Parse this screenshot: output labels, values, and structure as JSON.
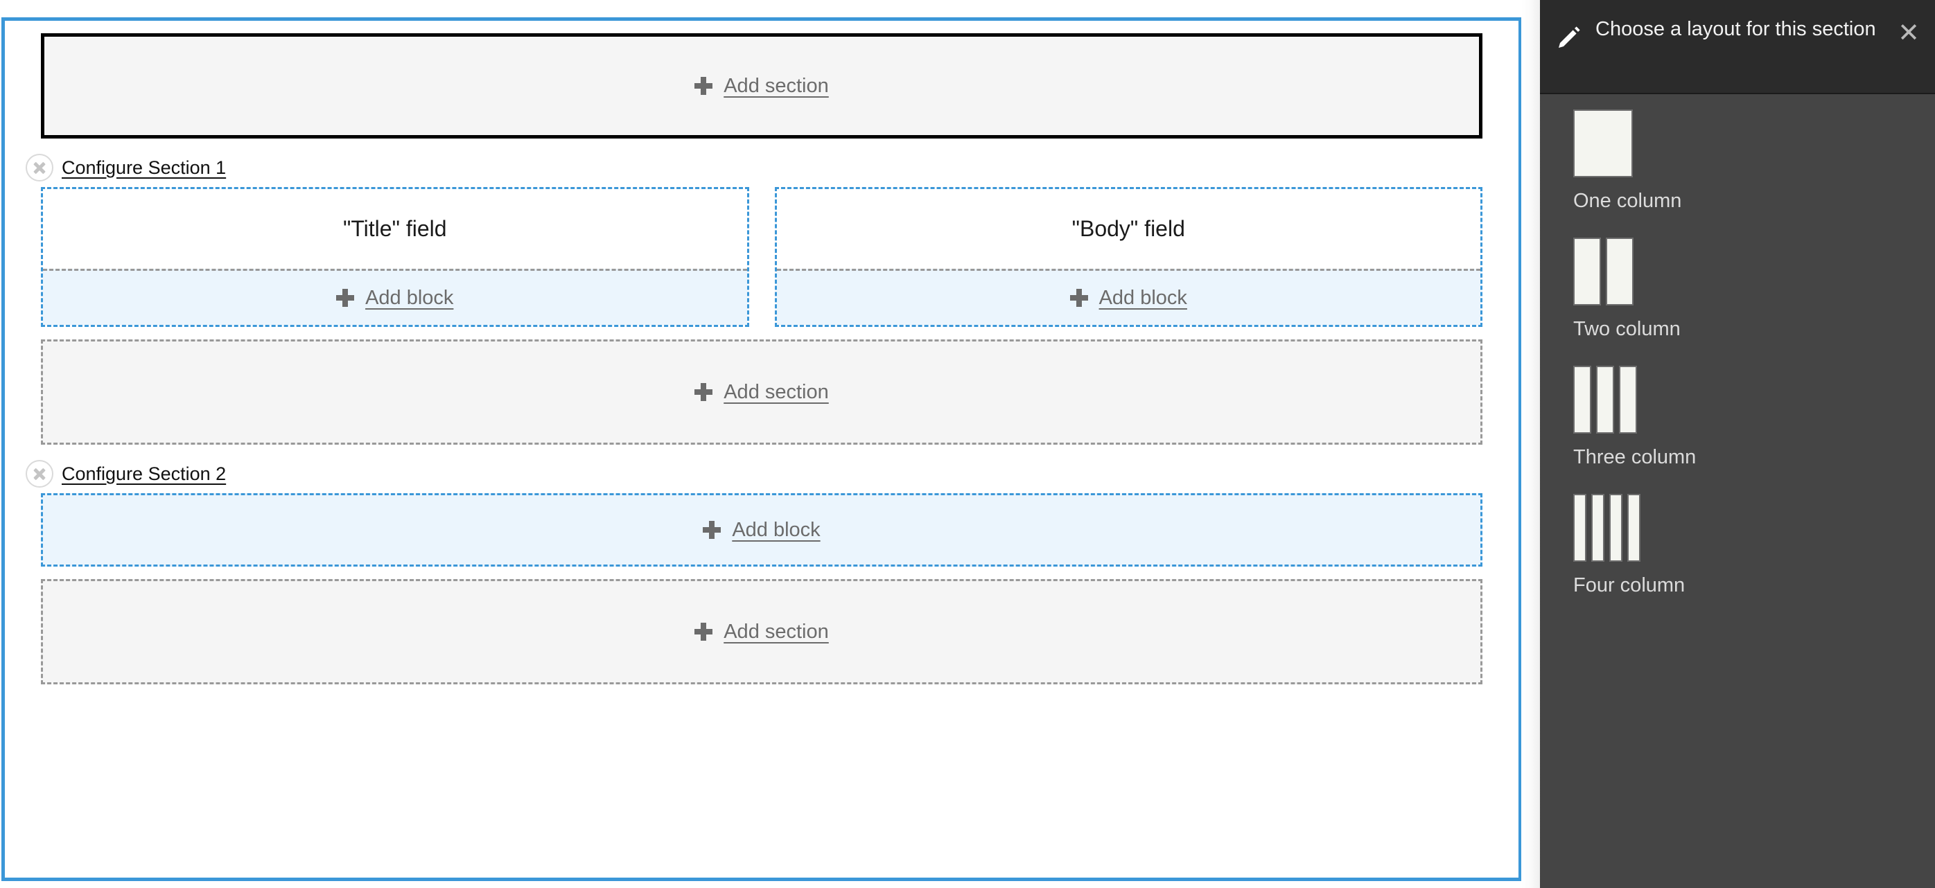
{
  "canvas": {
    "top_add_section": {
      "label": "Add section",
      "icon": "plus-icon"
    },
    "sections": [
      {
        "title": "Configure Section 1",
        "remove_icon": "close-circle-icon",
        "regions": [
          {
            "field_label": "\"Title\" field",
            "add_block_label": "Add block"
          },
          {
            "field_label": "\"Body\" field",
            "add_block_label": "Add block"
          }
        ]
      },
      {
        "title": "Configure Section 2",
        "remove_icon": "close-circle-icon",
        "regions": [
          {
            "field_label": "",
            "add_block_label": "Add block"
          }
        ]
      }
    ],
    "middle_add_section": {
      "label": "Add section",
      "icon": "plus-icon"
    },
    "bottom_add_section": {
      "label": "Add section",
      "icon": "plus-icon"
    }
  },
  "panel": {
    "icon": "pencil-icon",
    "title": "Choose a layout for this section",
    "close_label": "✕",
    "options": [
      {
        "label": "One column",
        "columns": 1
      },
      {
        "label": "Two column",
        "columns": 2
      },
      {
        "label": "Three column",
        "columns": 3
      },
      {
        "label": "Four column",
        "columns": 4
      }
    ]
  },
  "colors": {
    "canvas_border": "#3b97d8",
    "region_border": "#3b97d8",
    "add_block_bg": "#ebf5fd",
    "add_section_bg": "#f5f5f5",
    "dashed_gray": "#999999",
    "panel_bg": "#454545",
    "panel_header_bg": "#2b2b2b"
  }
}
